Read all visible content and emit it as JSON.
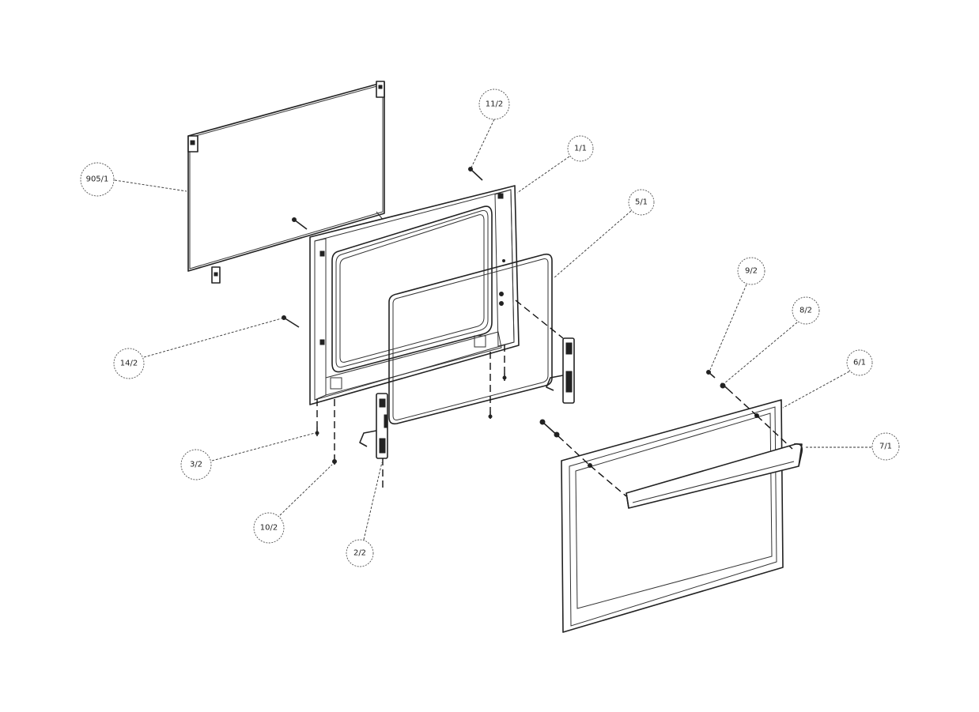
{
  "callouts": [
    {
      "id": "905-1",
      "label": "905/1"
    },
    {
      "id": "11-2",
      "label": "11/2"
    },
    {
      "id": "1-1",
      "label": "1/1"
    },
    {
      "id": "5-1",
      "label": "5/1"
    },
    {
      "id": "14-2",
      "label": "14/2"
    },
    {
      "id": "9-2",
      "label": "9/2"
    },
    {
      "id": "8-2",
      "label": "8/2"
    },
    {
      "id": "6-1",
      "label": "6/1"
    },
    {
      "id": "7-1",
      "label": "7/1"
    },
    {
      "id": "3-2",
      "label": "3/2"
    },
    {
      "id": "10-2",
      "label": "10/2"
    },
    {
      "id": "2-2",
      "label": "2/2"
    }
  ]
}
